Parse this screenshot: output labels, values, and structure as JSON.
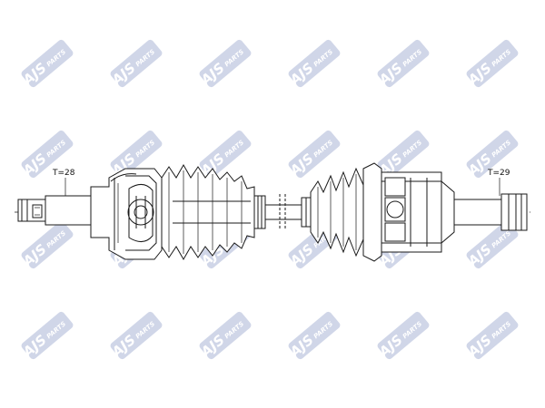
{
  "watermark": {
    "text_main": "AJS",
    "text_sub": "PARTS",
    "badge_color": "#2f4a9b",
    "text_color": "#ffffff",
    "opacity": 0.22
  },
  "labels": {
    "left_teeth": "T=28",
    "right_teeth": "T=29"
  },
  "colors": {
    "line": "#1a1a1a",
    "background": "#ffffff"
  }
}
